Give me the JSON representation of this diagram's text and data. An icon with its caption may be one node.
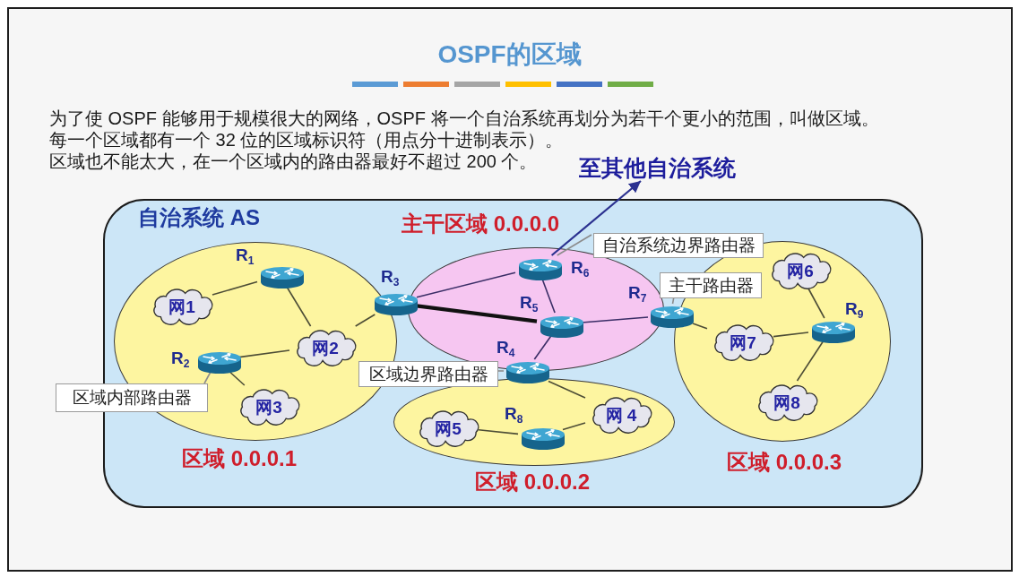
{
  "diagram": {
    "title": "OSPF的区域",
    "nodes": [
      {
        "text": [
          "自治系统 AS"
        ]
      },
      {
        "text": [
          "主干区域 0.0.0.0"
        ],
        "in": 0
      },
      {
        "text": [
          "区域 0.0.0.1"
        ],
        "in": 0
      },
      {
        "text": [
          "区域 0.0.0.2"
        ],
        "in": 0
      },
      {
        "text": [
          "区域 0.0.0.3"
        ],
        "in": 0
      },
      {
        "text": [],
        "shape": "router",
        "in": 2,
        "beside": [
          "R$_{1}$"
        ]
      },
      {
        "text": [],
        "shape": "router",
        "in": 2,
        "beside": [
          "R$_{2}$"
        ]
      },
      {
        "text": [],
        "shape": "router",
        "in": 0,
        "beside": [
          "R$_{3}$"
        ]
      },
      {
        "text": [],
        "shape": "router",
        "in": 0,
        "beside": [
          "R$_{4}$"
        ]
      },
      {
        "text": [],
        "shape": "router",
        "in": 1,
        "beside": [
          "R$_{5}$"
        ]
      },
      {
        "text": [],
        "shape": "router",
        "in": 1,
        "beside": [
          "R$_{6}$"
        ]
      },
      {
        "text": [],
        "shape": "router",
        "in": 0,
        "beside": [
          "R$_{7}$"
        ]
      },
      {
        "text": [],
        "shape": "router",
        "in": 3,
        "beside": [
          "R$_{8}$"
        ]
      },
      {
        "text": [],
        "shape": "router",
        "in": 4,
        "beside": [
          "R$_{9}$"
        ]
      },
      {
        "text": [
          "网1"
        ],
        "in": 2
      },
      {
        "text": [
          "网2"
        ],
        "in": 2
      },
      {
        "text": [
          "网3"
        ],
        "in": 2
      },
      {
        "text": [
          "网 4"
        ],
        "in": 3
      },
      {
        "text": [
          "网5"
        ],
        "in": 3
      },
      {
        "text": [
          "网6"
        ],
        "in": 4
      },
      {
        "text": [
          "网7"
        ],
        "in": 4
      },
      {
        "text": [
          "网8"
        ],
        "in": 4
      },
      {
        "text": [
          "自治系统边界路由器"
        ],
        "in": 0
      },
      {
        "text": [
          "主干路由器"
        ],
        "in": 0
      },
      {
        "text": [
          "区域边界路由器"
        ],
        "in": 0
      },
      {
        "text": [
          "区域内部路由器"
        ]
      },
      {
        "text": [
          "至其他自治系统"
        ]
      }
    ],
    "edges": [
      {
        "from": 5,
        "to": 14,
        "arrow": "none"
      },
      {
        "from": 5,
        "to": 15,
        "arrow": "none"
      },
      {
        "from": 6,
        "to": 15,
        "arrow": "none"
      },
      {
        "from": 6,
        "to": 16,
        "arrow": "none"
      },
      {
        "from": 7,
        "to": 15,
        "arrow": "none"
      },
      {
        "from": 7,
        "to": 10,
        "arrow": "none",
        "color": "#3a2d66"
      },
      {
        "from": 7,
        "to": 9,
        "arrow": "none",
        "style": "thick",
        "color": "#111111"
      },
      {
        "from": 10,
        "to": 9,
        "arrow": "none",
        "color": "#3a2d66"
      },
      {
        "from": 9,
        "to": 11,
        "arrow": "none",
        "color": "#3a2d66"
      },
      {
        "from": 9,
        "to": 8,
        "arrow": "none",
        "color": "#3a2d66"
      },
      {
        "from": 8,
        "to": 17,
        "arrow": "none"
      },
      {
        "from": 12,
        "to": 18,
        "arrow": "none"
      },
      {
        "from": 12,
        "to": 17,
        "arrow": "none"
      },
      {
        "from": 11,
        "to": 20,
        "arrow": "none"
      },
      {
        "from": 13,
        "to": 20,
        "arrow": "none"
      },
      {
        "from": 13,
        "to": 19,
        "arrow": "none"
      },
      {
        "from": 13,
        "to": 21,
        "arrow": "none"
      },
      {
        "from": 10,
        "to": 26,
        "arrow": "to",
        "color": "#2b3190"
      },
      {
        "from": 22,
        "to": 10,
        "arrow": "none",
        "color": "#8c8c8c"
      },
      {
        "from": 23,
        "to": 11,
        "arrow": "none",
        "color": "#8c8c8c"
      },
      {
        "from": 24,
        "to": 8,
        "arrow": "none",
        "color": "#8c8c8c"
      },
      {
        "from": 25,
        "to": 6,
        "arrow": "none",
        "color": "#8c8c8c"
      }
    ],
    "labels": [
      "为了使 OSPF 能够用于规模很大的网络，OSPF 将一个自治系统再划分为若干个更小的范围，叫做区域。",
      "每一个区域都有一个 32 位的区域标识符（用点分十进制表示）。",
      "区域也不能太大，在一个区域内的路由器最好不超过 200 个。"
    ]
  }
}
